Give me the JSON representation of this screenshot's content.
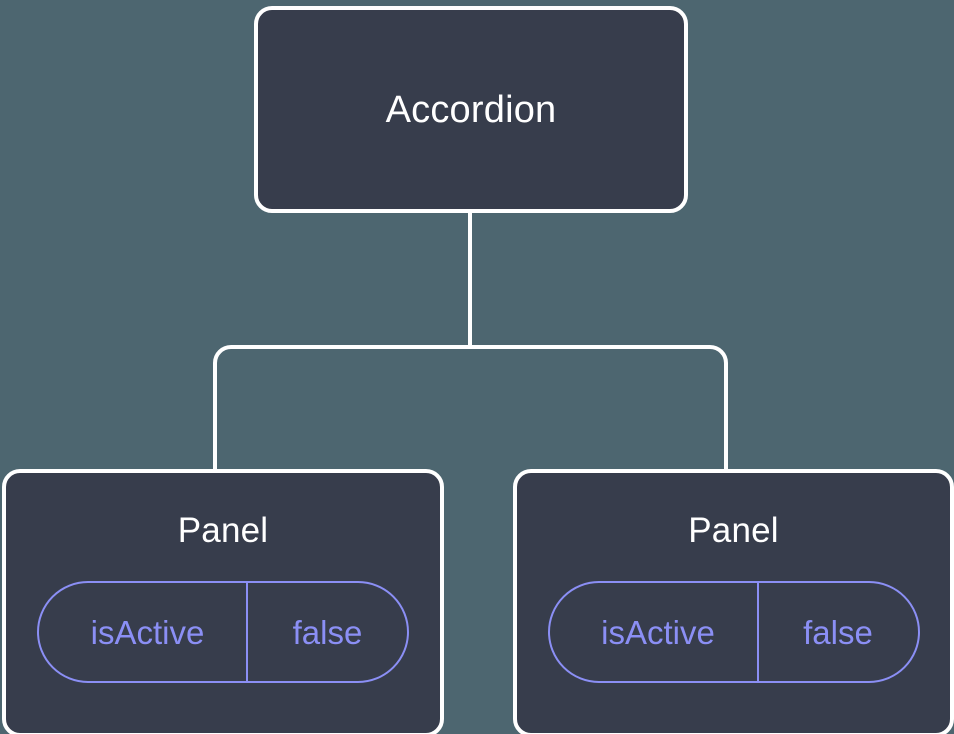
{
  "diagram": {
    "type": "component-tree",
    "background_color": "#4d6670",
    "node_fill_color": "#373d4c",
    "node_border_color": "#ffffff",
    "connector_color": "#ffffff",
    "badge_color": "#8b8ff5",
    "root": {
      "label": "Accordion"
    },
    "children": [
      {
        "label": "Panel",
        "prop": {
          "key": "isActive",
          "value": "false"
        }
      },
      {
        "label": "Panel",
        "prop": {
          "key": "isActive",
          "value": "false"
        }
      }
    ]
  }
}
